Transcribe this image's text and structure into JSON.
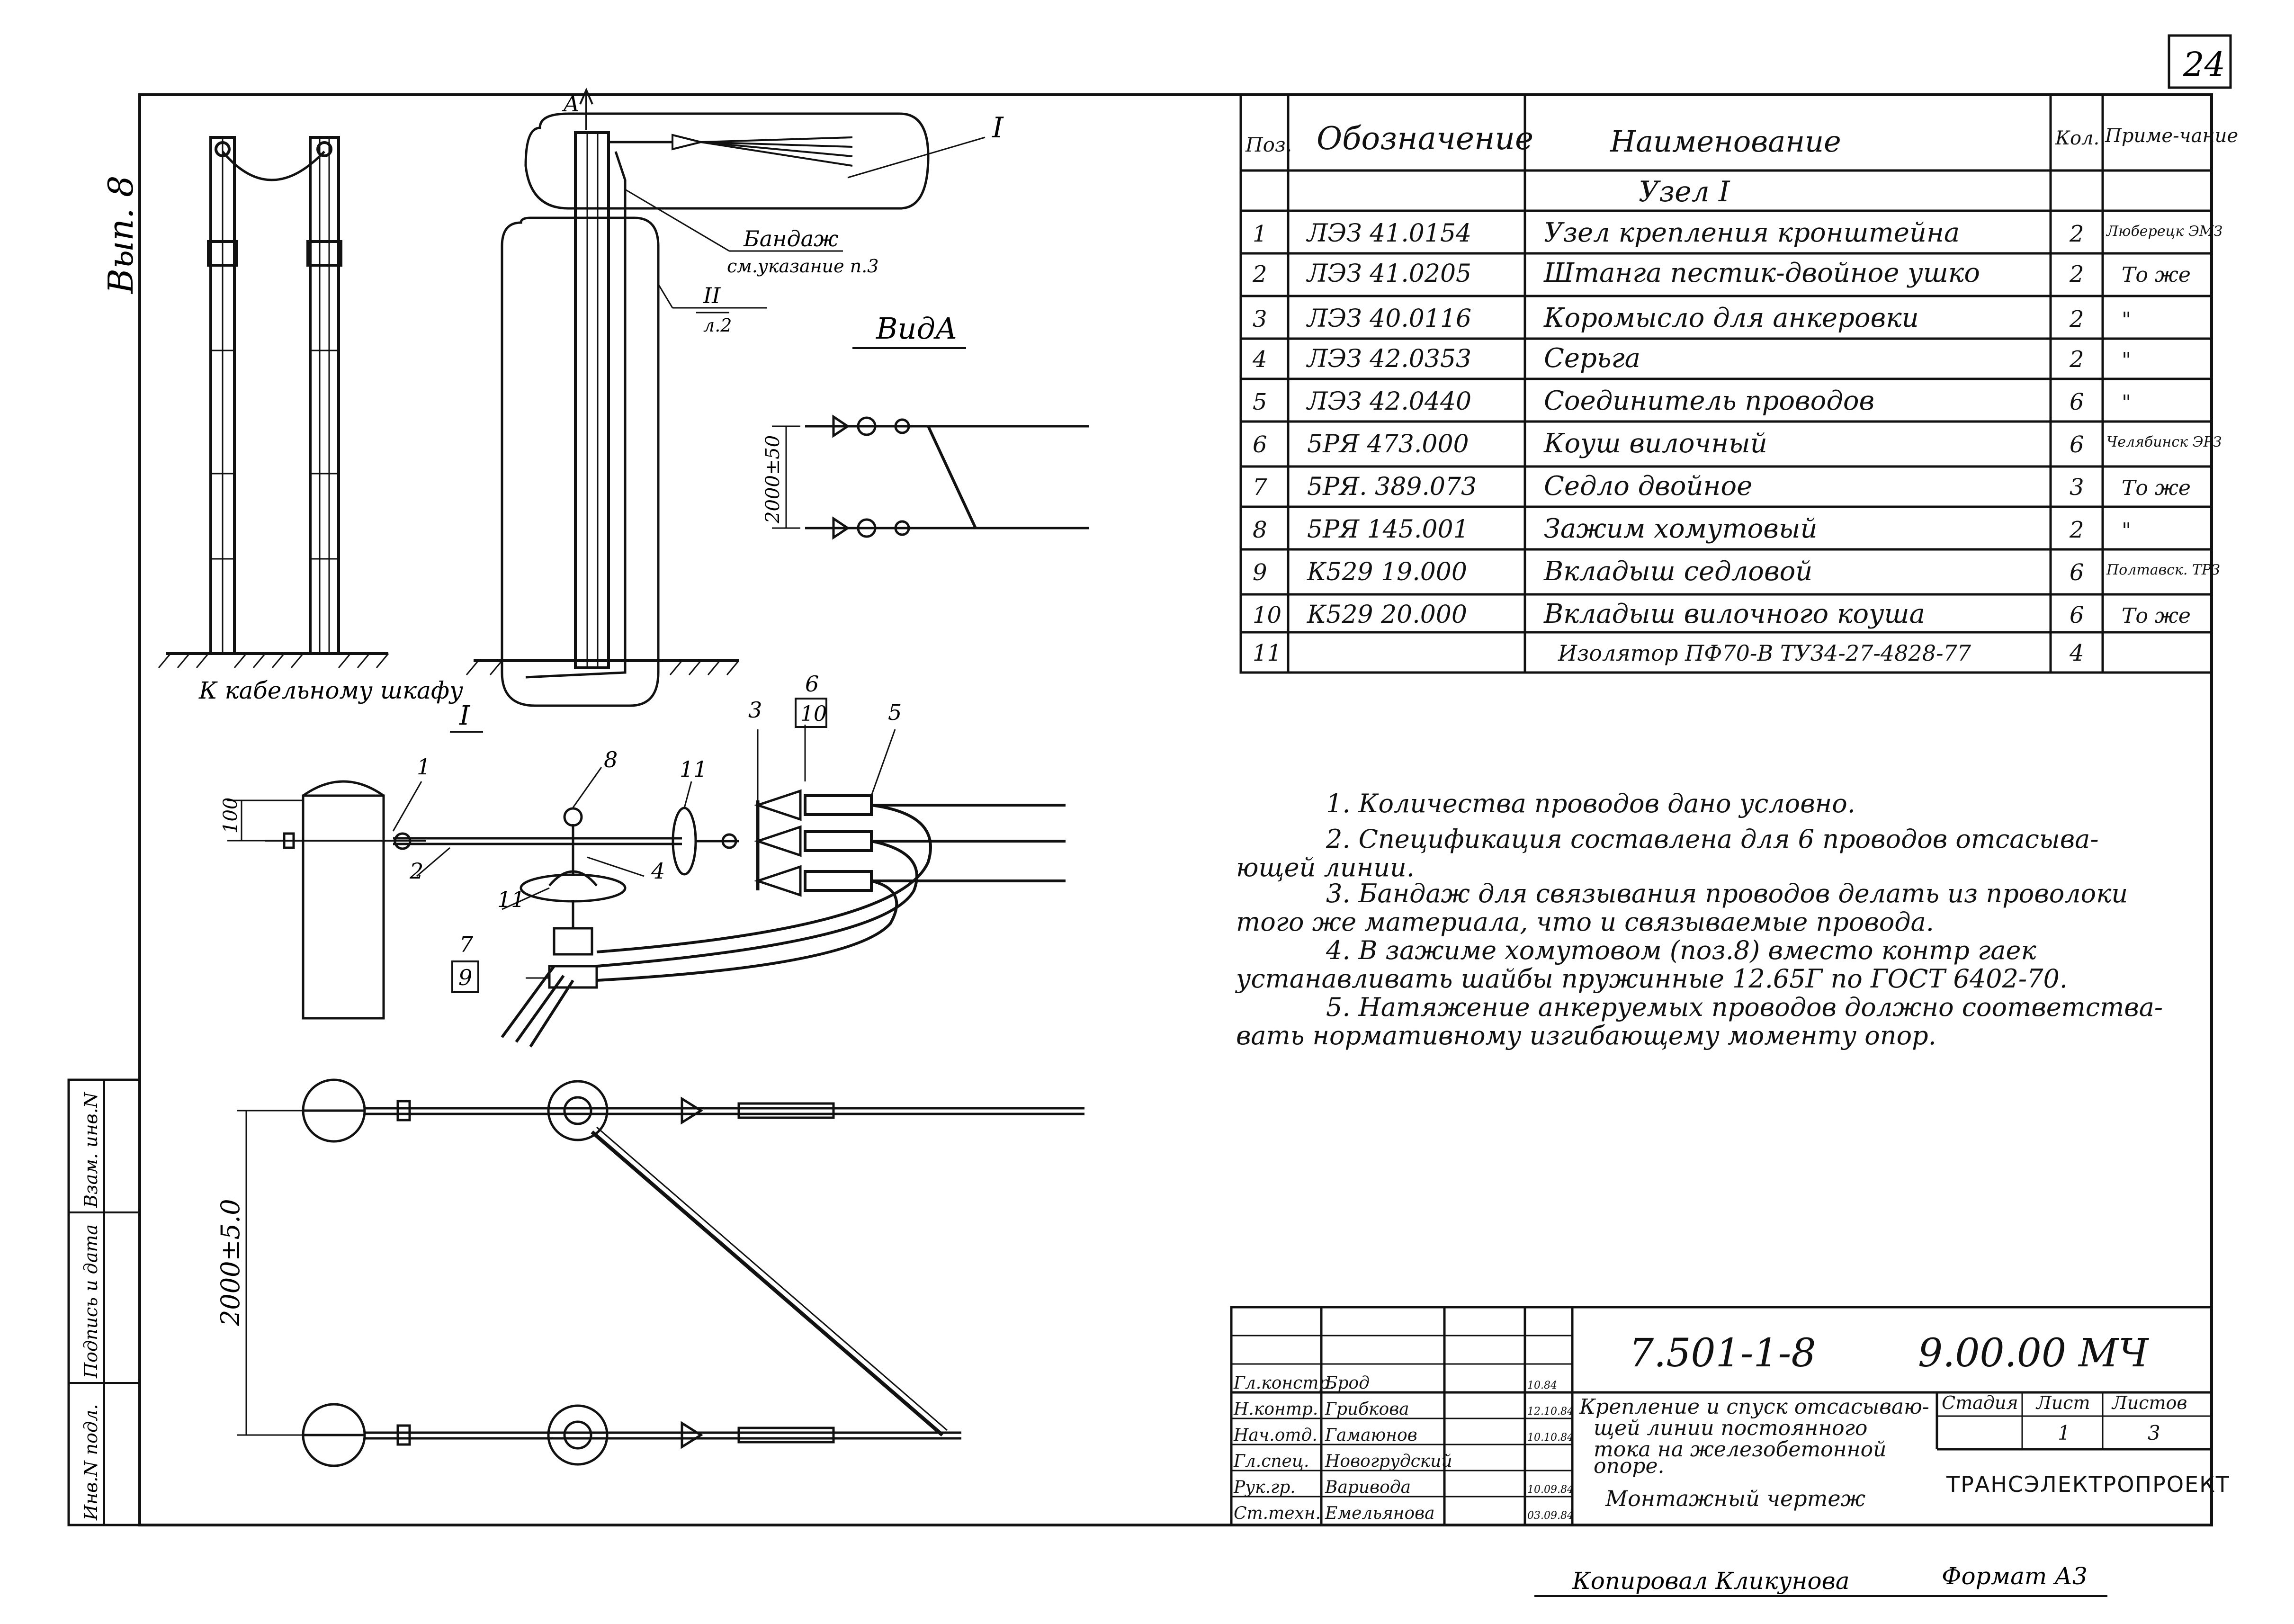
{
  "page_number": "24",
  "side_label": "Вып. 8",
  "left_stamp": [
    "Инв.N подл.",
    "Подпись и дата",
    "Взам. инв.N"
  ],
  "drawing": {
    "view_a_arrow": "A",
    "node_marker": "I",
    "bandage_label": "Бандаж",
    "bandage_note": "см.указание п.3",
    "callout_II": "II",
    "callout_II_sheet": "л.2",
    "view_a_title": "ВидА",
    "view_a_dim": "2000±50",
    "cable_cabinet": "К кабельному шкафу",
    "node_title": "I",
    "dim_100": "100",
    "dim_2000": "2000±5.0",
    "item_callouts": [
      "1",
      "2",
      "3",
      "4",
      "5",
      "6",
      "7",
      "8",
      "9",
      "10",
      "11",
      "11"
    ]
  },
  "spec_table": {
    "headers": [
      "Поз.",
      "Обозначение",
      "Наименование",
      "Кол.",
      "Приме-чание"
    ],
    "section_title": "Узел I",
    "rows": [
      {
        "pos": "1",
        "code": "ЛЭЗ 41.0154",
        "name": "Узел крепления кронштейна",
        "qty": "2",
        "note": "Люберецк ЭМЗ"
      },
      {
        "pos": "2",
        "code": "ЛЭЗ 41.0205",
        "name": "Штанга пестик-двойное ушко",
        "qty": "2",
        "note": "То же"
      },
      {
        "pos": "3",
        "code": "ЛЭЗ 40.0116",
        "name": "Коромысло для анкеровки",
        "qty": "2",
        "note": "\""
      },
      {
        "pos": "4",
        "code": "ЛЭЗ 42.0353",
        "name": "Серьга",
        "qty": "2",
        "note": "\""
      },
      {
        "pos": "5",
        "code": "ЛЭЗ 42.0440",
        "name": "Соединитель проводов",
        "qty": "6",
        "note": "\""
      },
      {
        "pos": "6",
        "code": "5РЯ 473.000",
        "name": "Коуш вилочный",
        "qty": "6",
        "note": "Челябинск ЭРЗ"
      },
      {
        "pos": "7",
        "code": "5РЯ. 389.073",
        "name": "Седло двойное",
        "qty": "3",
        "note": "То же"
      },
      {
        "pos": "8",
        "code": "5РЯ 145.001",
        "name": "Зажим хомутовый",
        "qty": "2",
        "note": "\""
      },
      {
        "pos": "9",
        "code": "К529 19.000",
        "name": "Вкладыш седловой",
        "qty": "6",
        "note": "Полтавск. ТРЗ"
      },
      {
        "pos": "10",
        "code": "К529 20.000",
        "name": "Вкладыш вилочного коуша",
        "qty": "6",
        "note": "То же"
      },
      {
        "pos": "11",
        "code": "",
        "name": "Изолятор ПФ70-В  ТУ34-27-4828-77",
        "qty": "4",
        "note": ""
      }
    ]
  },
  "notes": [
    "1. Количества проводов дано условно.",
    "2. Спецификация составлена для 6 проводов отсасыва-",
    "ющей линии.",
    "3. Бандаж для связывания  проводов делать из проволоки",
    "того же  материала, что и связываемые провода.",
    "4. В  зажиме хомутовом (поз.8)  вместо контр гаек",
    "устанавливать  шайбы пружинные 12.65Г по ГОСТ 6402-70.",
    "5. Натяжение  анкеруемых  проводов  должно соответства-",
    "вать нормативному  изгибающему  моменту  опор."
  ],
  "title_block": {
    "doc_code": "7.501-1-8",
    "doc_suffix": "9.00.00 МЧ",
    "title_lines": [
      "Крепление и спуск отсасываю-",
      "щей линии постоянного",
      "тока на железобетонной",
      "опоре."
    ],
    "subtitle": "Монтажный чертеж",
    "stage_label": "Стадия",
    "sheet_label": "Лист",
    "sheets_label": "Листов",
    "sheet": "1",
    "sheets": "3",
    "org": "ТРАНСЭЛЕКТРОПРОЕКТ",
    "signatures": [
      {
        "role": "Гл.констр.",
        "name": "Брод",
        "date": "10.84"
      },
      {
        "role": "Н.контр.",
        "name": "Грибкова",
        "date": "12.10.84"
      },
      {
        "role": "Нач.отд.",
        "name": "Гамаюнов",
        "date": "10.10.84"
      },
      {
        "role": "Гл.спец.",
        "name": "Новогрудский",
        "date": ""
      },
      {
        "role": "Рук.гр.",
        "name": "Варивода",
        "date": "10.09.84"
      },
      {
        "role": "Ст.техн.",
        "name": "Емельянова",
        "date": "03.09.84"
      }
    ]
  },
  "footer": {
    "copied": "Копировал Кликунова",
    "format": "Формат А3"
  }
}
